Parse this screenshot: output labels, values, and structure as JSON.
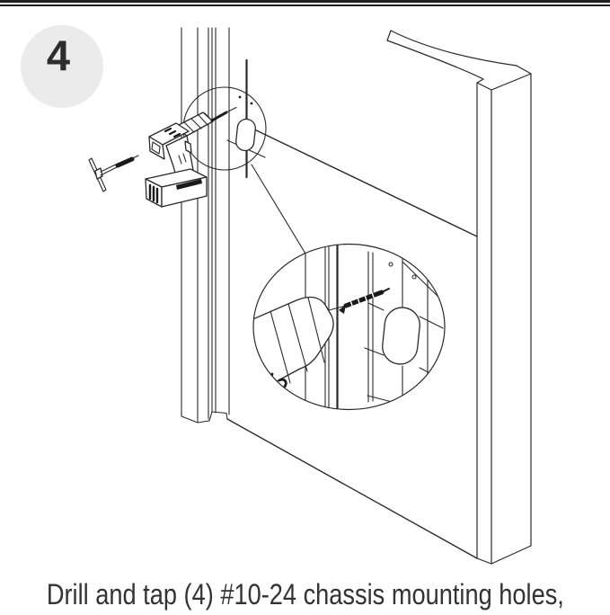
{
  "page": {
    "type": "instruction-manual-step",
    "background": "#ffffff"
  },
  "header": {
    "rule_color": "#1f1f1f"
  },
  "step": {
    "number": "4",
    "badge_color": "#ebebeb",
    "number_color": "#2d2d2d"
  },
  "illustration": {
    "line_color": "#2a2a2a",
    "solid_color": "#1a1a1a",
    "parts": [
      "cordless-drill",
      "drill-bit",
      "t-handle-tap-wrench",
      "frame-post-left",
      "frame-post-right",
      "curved-top-rail",
      "panel-edges",
      "chassis-mounting-slot",
      "pilot-hole-marks",
      "callout-source-circle",
      "magnified-detail-view"
    ]
  },
  "caption": {
    "text": "Drill and tap (4) #10-24 chassis mounting holes,",
    "color": "#333333"
  }
}
